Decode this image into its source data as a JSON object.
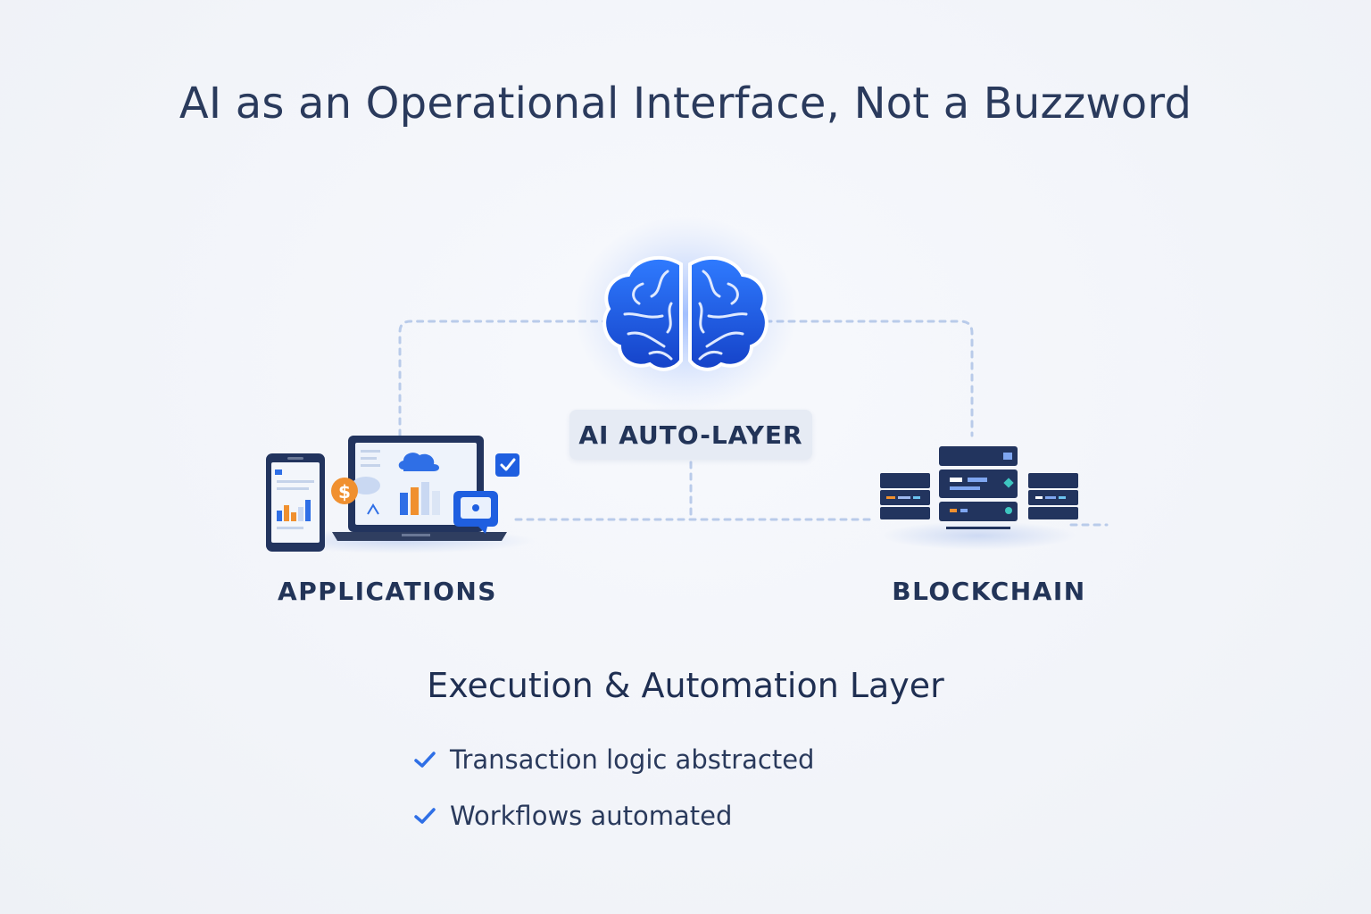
{
  "title": "AI as an Operational Interface, Not a Buzzword",
  "diagram": {
    "center_node": {
      "label": "AI AUTO-LAYER",
      "icon": "brain-icon"
    },
    "left_node": {
      "label": "APPLICATIONS",
      "icon": "devices-icon",
      "currency_symbol": "$"
    },
    "right_node": {
      "label": "BLOCKCHAIN",
      "icon": "servers-icon"
    },
    "connector_style": "dashed"
  },
  "section": {
    "title": "Execution & Automation Layer",
    "items": [
      "Transaction logic abstracted",
      "Workflows automated"
    ]
  },
  "colors": {
    "accent": "#2f6fe6",
    "brain": "#1f5fe0",
    "text_dark": "#223458",
    "connector": "#b9cbea",
    "orange": "#f0902f"
  }
}
